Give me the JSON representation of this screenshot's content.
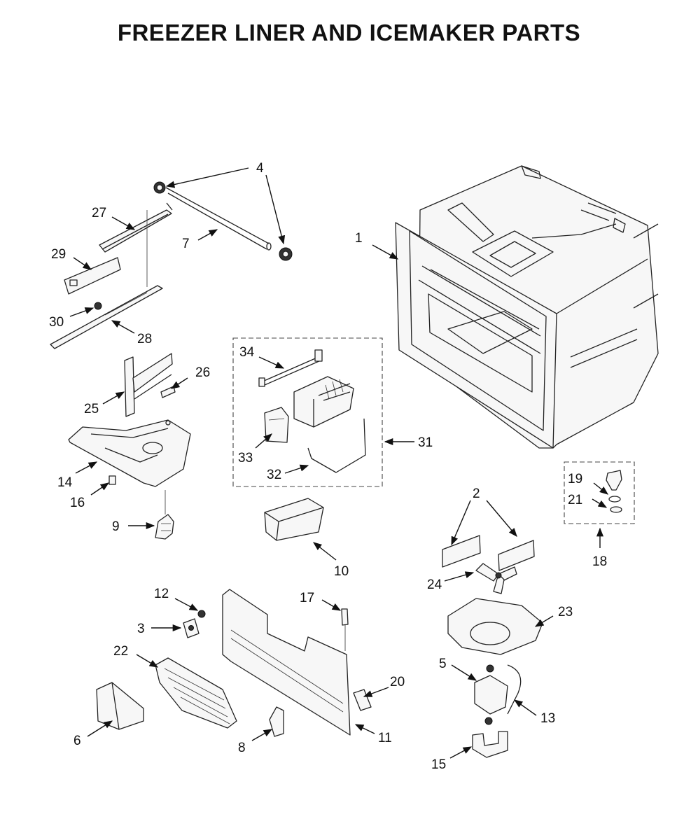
{
  "title": "FREEZER LINER AND ICEMAKER PARTS",
  "callouts": {
    "c1": "1",
    "c2": "2",
    "c3": "3",
    "c4": "4",
    "c5": "5",
    "c6": "6",
    "c7": "7",
    "c8": "8",
    "c9": "9",
    "c10": "10",
    "c11": "11",
    "c12": "12",
    "c13": "13",
    "c14": "14",
    "c15": "15",
    "c16": "16",
    "c17": "17",
    "c18": "18",
    "c19": "19",
    "c20": "20",
    "c21": "21",
    "c22": "22",
    "c23": "23",
    "c24": "24",
    "c25": "25",
    "c26": "26",
    "c27": "27",
    "c28": "28",
    "c29": "29",
    "c30": "30",
    "c31": "31",
    "c32": "32",
    "c33": "33",
    "c34": "34"
  }
}
